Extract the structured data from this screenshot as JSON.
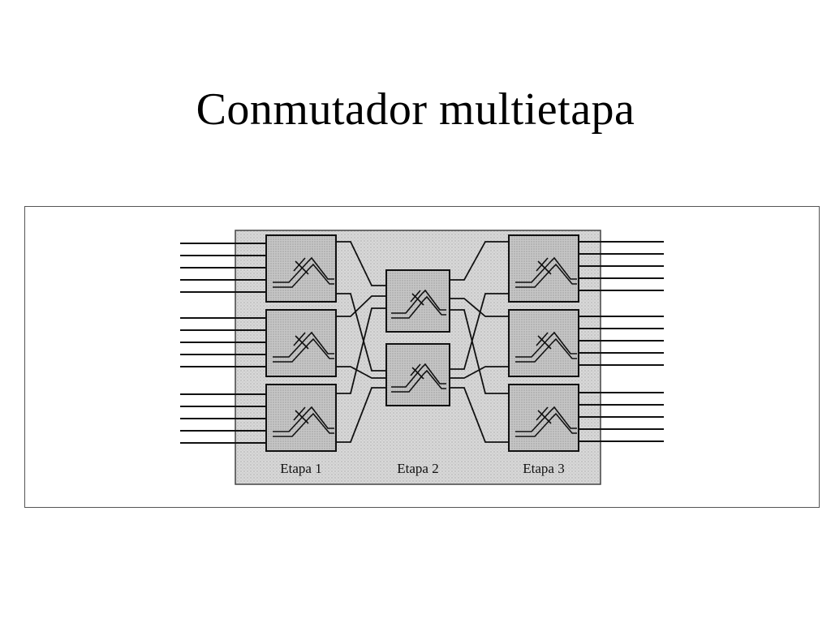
{
  "slide": {
    "title": "Conmutador multietapa"
  },
  "diagram": {
    "stages": [
      {
        "label": "Etapa 1",
        "switches": 3
      },
      {
        "label": "Etapa 2",
        "switches": 2
      },
      {
        "label": "Etapa 3",
        "switches": 3
      }
    ],
    "colors": {
      "panel": "#dcdcdc",
      "switch_fill": "#bdbdbd",
      "line": "#111111"
    },
    "icons": [
      "crossbar-switch-icon"
    ]
  }
}
